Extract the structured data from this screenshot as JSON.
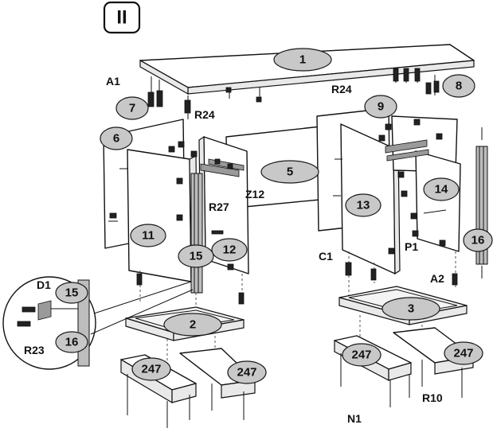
{
  "step": {
    "label": "II"
  },
  "callouts": [
    {
      "id": "1",
      "label": "1"
    },
    {
      "id": "2",
      "label": "2"
    },
    {
      "id": "3",
      "label": "3"
    },
    {
      "id": "5",
      "label": "5"
    },
    {
      "id": "6",
      "label": "6"
    },
    {
      "id": "7",
      "label": "7"
    },
    {
      "id": "8",
      "label": "8"
    },
    {
      "id": "9",
      "label": "9"
    },
    {
      "id": "11",
      "label": "11"
    },
    {
      "id": "12",
      "label": "12"
    },
    {
      "id": "13",
      "label": "13"
    },
    {
      "id": "14",
      "label": "14"
    },
    {
      "id": "15a",
      "label": "15"
    },
    {
      "id": "15b",
      "label": "15"
    },
    {
      "id": "16a",
      "label": "16"
    },
    {
      "id": "16b",
      "label": "16"
    },
    {
      "id": "247a",
      "label": "247"
    },
    {
      "id": "247b",
      "label": "247"
    },
    {
      "id": "247c",
      "label": "247"
    },
    {
      "id": "247d",
      "label": "247"
    }
  ],
  "hardware": [
    {
      "id": "A1",
      "label": "A1"
    },
    {
      "id": "R24a",
      "label": "R24"
    },
    {
      "id": "R24b",
      "label": "R24"
    },
    {
      "id": "Z12",
      "label": "Z12"
    },
    {
      "id": "R27",
      "label": "R27"
    },
    {
      "id": "C1",
      "label": "C1"
    },
    {
      "id": "P1",
      "label": "P1"
    },
    {
      "id": "A2",
      "label": "A2"
    },
    {
      "id": "D1",
      "label": "D1"
    },
    {
      "id": "R23",
      "label": "R23"
    },
    {
      "id": "R10",
      "label": "R10"
    },
    {
      "id": "N1",
      "label": "N1"
    }
  ]
}
